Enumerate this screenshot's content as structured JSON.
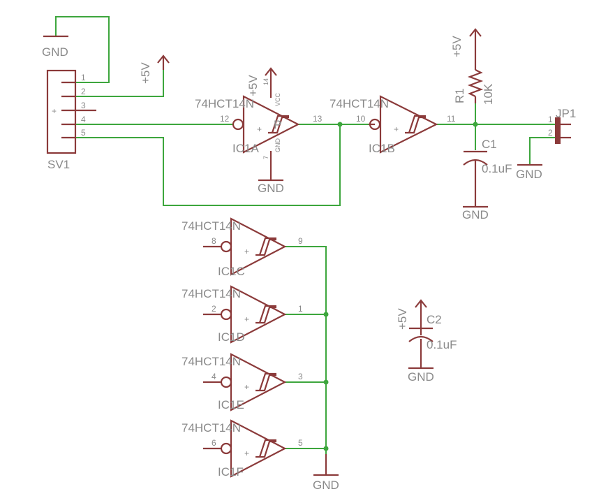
{
  "colors": {
    "wire": "#3da63d",
    "part": "#8b3a3a",
    "text": "#8a8a8a",
    "background": "#ffffff"
  },
  "power": {
    "gnd": "GND",
    "vcc": "+5V"
  },
  "sv1": {
    "name": "SV1",
    "pins": [
      "1",
      "2",
      "3",
      "4",
      "5"
    ],
    "mark": "+"
  },
  "ic1a": {
    "value": "74HCT14N",
    "name": "IC1A",
    "pin_in": "12",
    "pin_out": "13",
    "pwr": "P",
    "vcc_pin": "14",
    "vcc_label": "VCC",
    "gnd_pin": "7",
    "gnd_label": "GND"
  },
  "ic1b": {
    "value": "74HCT14N",
    "name": "IC1B",
    "pin_in": "10",
    "pin_out": "11"
  },
  "ic1c": {
    "value": "74HCT14N",
    "name": "IC1C",
    "pin_in": "8",
    "pin_out": "9"
  },
  "ic1d": {
    "value": "74HCT14N",
    "name": "IC1D",
    "pin_in": "2",
    "pin_out": "1"
  },
  "ic1e": {
    "value": "74HCT14N",
    "name": "IC1E",
    "pin_in": "4",
    "pin_out": "3"
  },
  "ic1f": {
    "value": "74HCT14N",
    "name": "IC1F",
    "pin_in": "6",
    "pin_out": "5"
  },
  "r1": {
    "name": "R1",
    "value": "10K"
  },
  "c1": {
    "name": "C1",
    "value": "0.1uF"
  },
  "c2": {
    "name": "C2",
    "value": "0.1uF"
  },
  "jp1": {
    "name": "JP1",
    "pins": [
      "1",
      "2"
    ]
  },
  "inverter_symbol": "+"
}
